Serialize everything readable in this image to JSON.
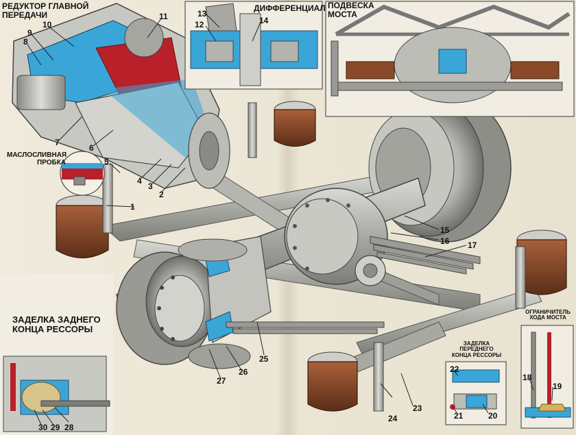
{
  "titles": {
    "main_gear": [
      "РЕДУКТОР ГЛАВНОЙ",
      "ПЕРЕДАЧИ"
    ],
    "differential": "ДИФФЕРЕНЦИАЛ",
    "suspension": [
      "ПОДВЕСКА",
      "МОСТА"
    ],
    "drain_plug": [
      "МАСЛОСЛИВНАЯ",
      "ПРОБКА"
    ],
    "rear_spring_end": [
      "ЗАДЕЛКА ЗАДНЕГО",
      "КОНЦА РЕССОРЫ"
    ],
    "front_spring_end": [
      "ЗАДЕЛКА",
      "ПЕРЕДНЕГО",
      "КОНЦА РЕССОРЫ"
    ],
    "travel_limiter": [
      "ОГРАНИЧИТЕЛЬ",
      "ХОДА МОСТА"
    ]
  },
  "callouts": [
    "1",
    "2",
    "3",
    "4",
    "5",
    "6",
    "7",
    "8",
    "9",
    "10",
    "11",
    "12",
    "13",
    "14",
    "15",
    "16",
    "17",
    "18",
    "19",
    "20",
    "21",
    "22",
    "23",
    "24",
    "25",
    "26",
    "27",
    "28",
    "29",
    "30"
  ],
  "colors": {
    "paper": "#ece6d6",
    "steel": "#b9b9b4",
    "cutaway_blue": "#3aa6d8",
    "oil_red": "#b8202a",
    "air_bag": "#8a4a2a",
    "title_blue": "#1f6fb8"
  }
}
